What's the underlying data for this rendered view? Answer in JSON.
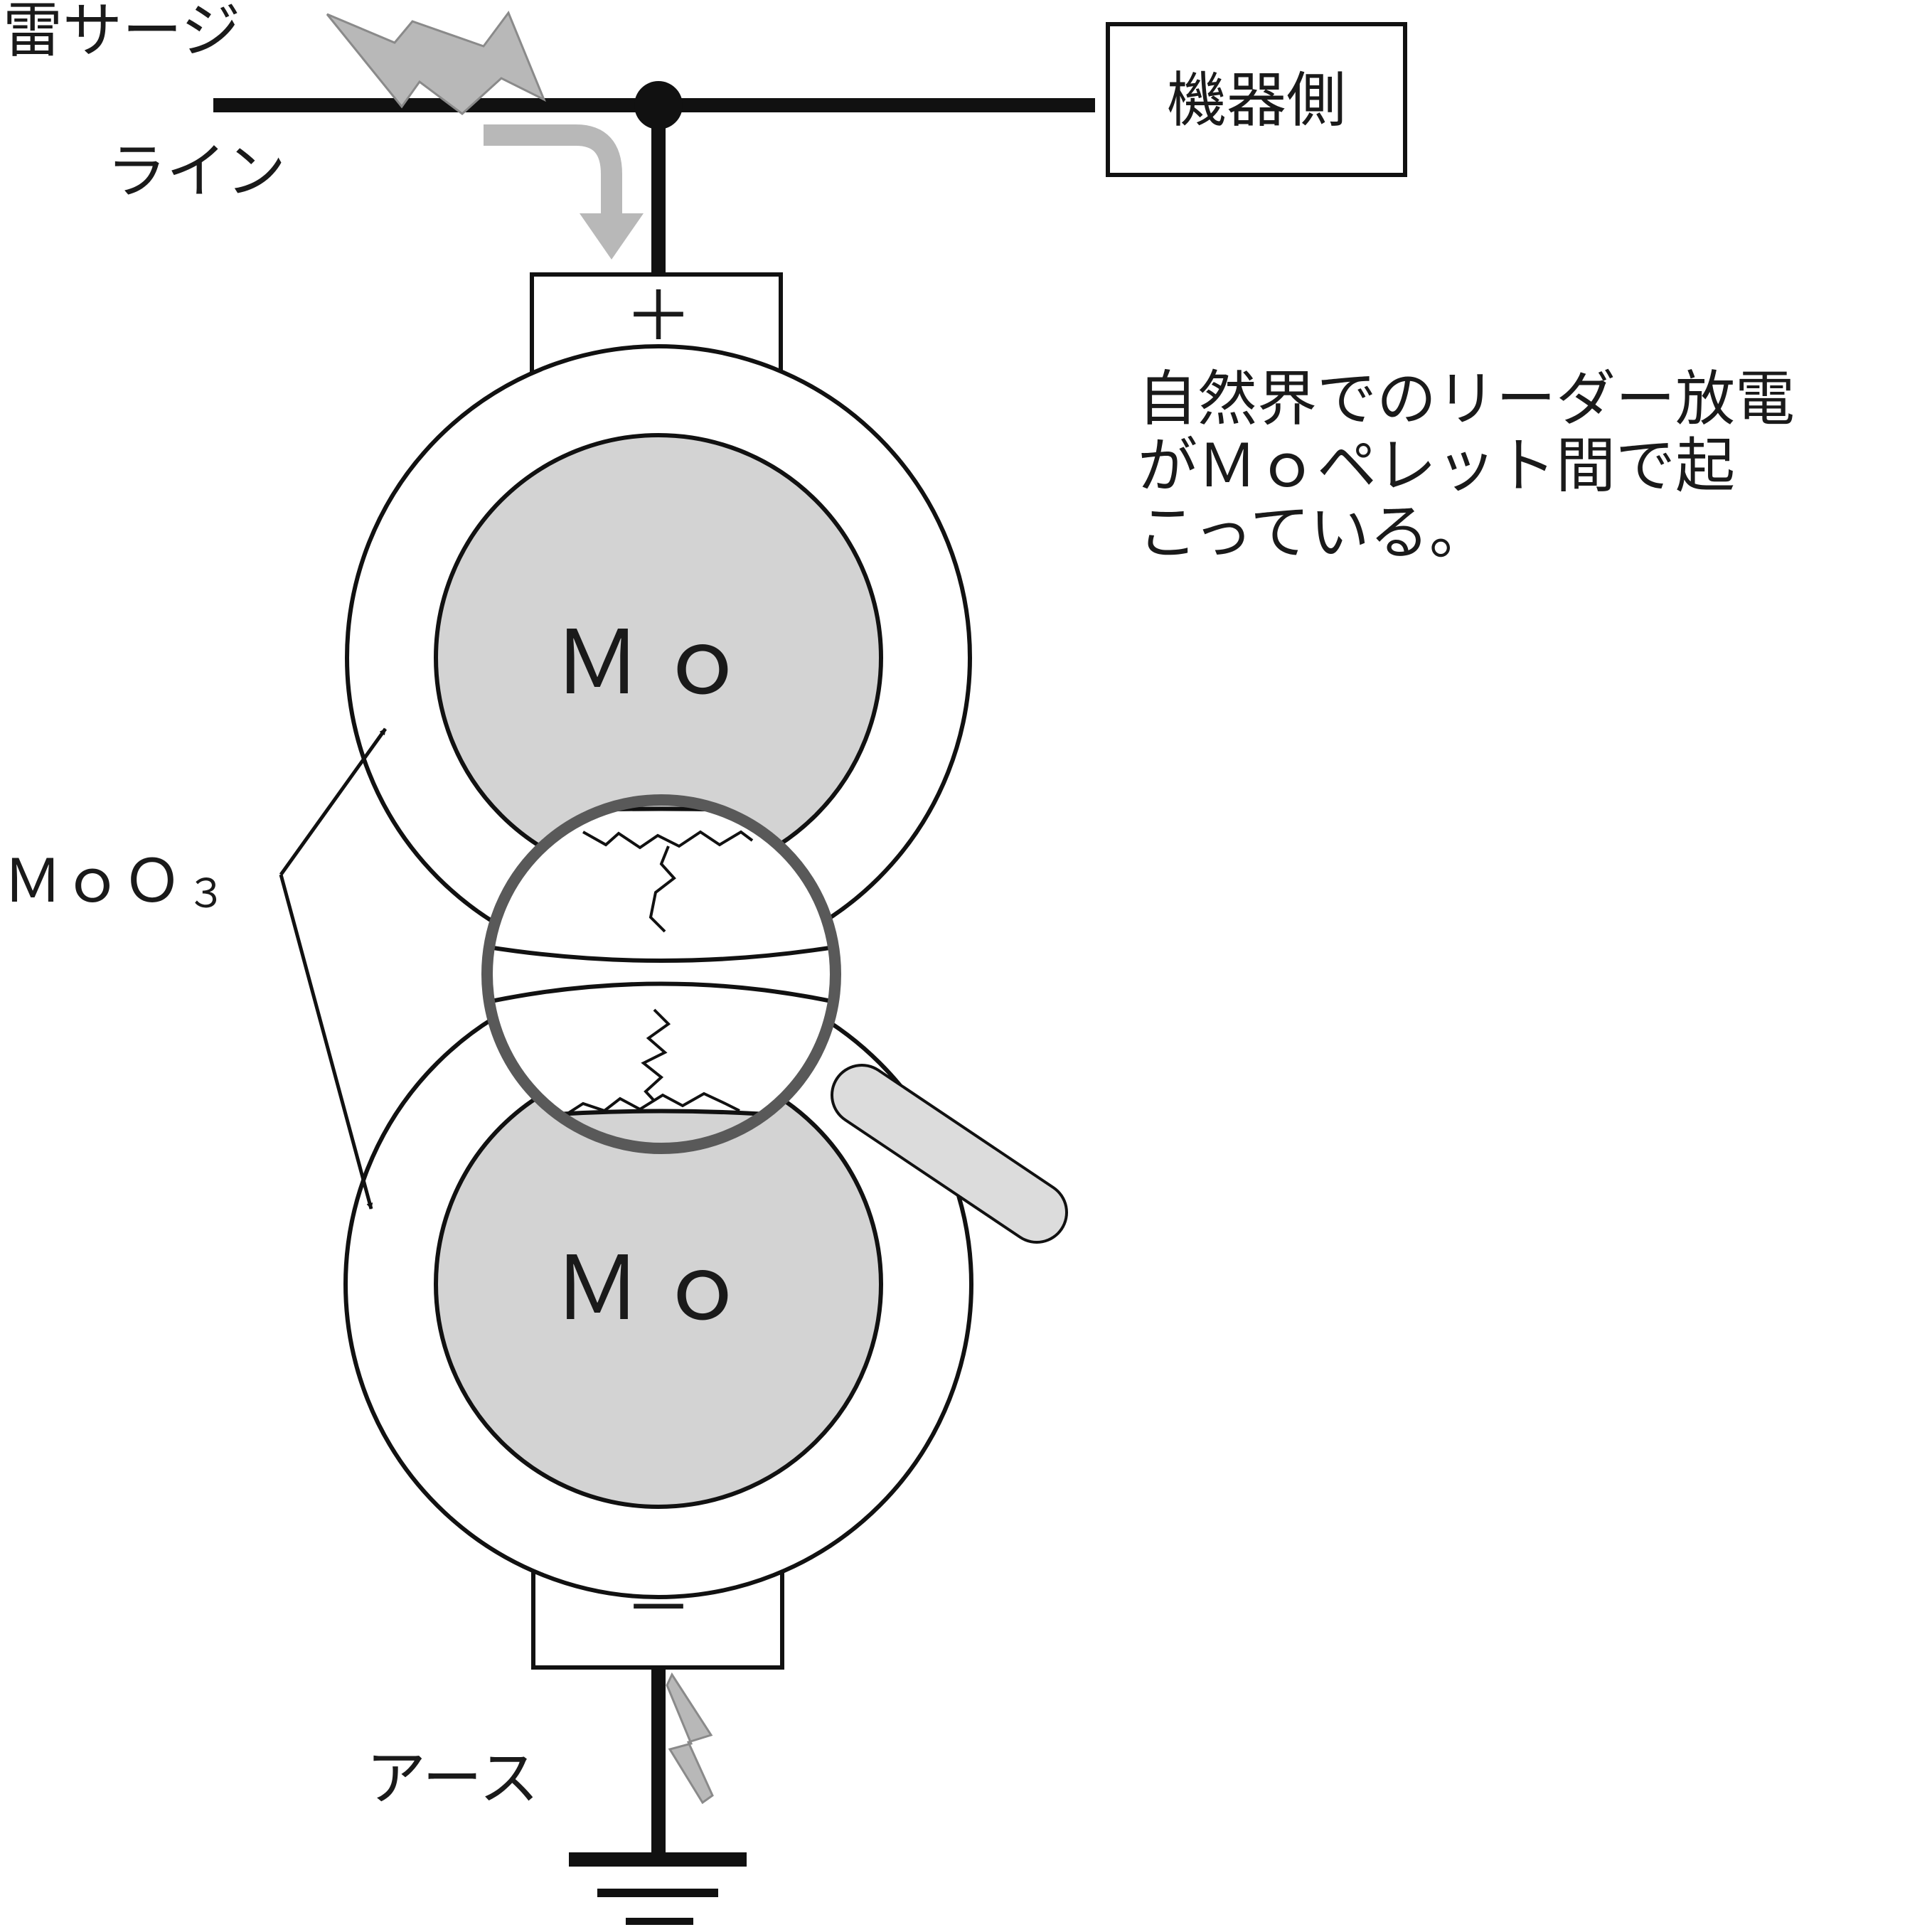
{
  "labels": {
    "lightning_surge": "雷サージ",
    "line": "ライン",
    "equipment_side": "機器側",
    "plus": "＋",
    "minus": "－",
    "earth": "アース",
    "moo3_main": "ＭｏＯ",
    "moo3_sub": "３",
    "mo_upper": "Ｍｏ",
    "mo_lower": "Ｍｏ",
    "description": [
      "自然界でのリーダー放電",
      "がＭｏペレット間で起",
      "こっている。"
    ]
  },
  "colors": {
    "stroke": "#111111",
    "pellet_fill": "#d3d3d3",
    "surge_gray": "#b8b8b8",
    "magnifier_ring": "#595959",
    "handle_fill": "#dcdcdc"
  },
  "icons": {
    "surge": "lightning-bolt-icon",
    "flow": "curved-arrow-icon",
    "ground": "ground-symbol-icon",
    "magnifier": "magnifying-glass-icon"
  }
}
